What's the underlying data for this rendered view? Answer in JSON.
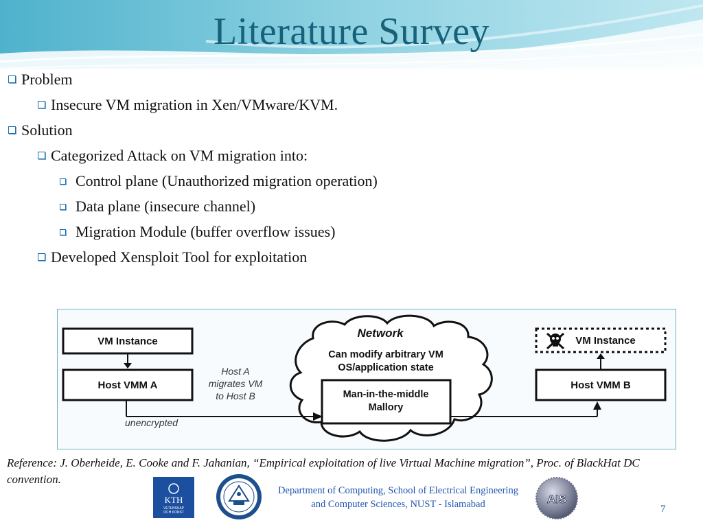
{
  "slide": {
    "title": "Literature Survey",
    "page_number": "7"
  },
  "bullets": [
    {
      "level": 1,
      "text": "Problem"
    },
    {
      "level": 2,
      "text": "Insecure VM migration in Xen/VMware/KVM."
    },
    {
      "level": 1,
      "text": "Solution"
    },
    {
      "level": 2,
      "text": "Categorized Attack on VM  migration into:"
    },
    {
      "level": 3,
      "text": "Control plane  (Unauthorized migration operation)"
    },
    {
      "level": 3,
      "text": "Data plane (insecure channel)"
    },
    {
      "level": 3,
      "text": "Migration Module (buffer overflow issues)"
    },
    {
      "level": 2,
      "text": "Developed  Xensploit Tool for exploitation"
    }
  ],
  "figure": {
    "vm_instance_a": "VM Instance",
    "host_vmm_a": "Host VMM A",
    "migration_note": [
      "Host A",
      "migrates VM",
      "to Host B"
    ],
    "channel_label": "unencrypted",
    "network_title": "Network",
    "network_desc": [
      "Can modify arbitrary VM",
      "OS/application state"
    ],
    "mitm": [
      "Man-in-the-middle",
      "Mallory"
    ],
    "host_vmm_b": "Host VMM B",
    "vm_instance_b": "VM Instance"
  },
  "reference": "Reference:   J. Oberheide, E. Cooke and F. Jahanian, “Empirical exploitation of live Virtual Machine migration”, Proc. of BlackHat DC convention.",
  "footer": {
    "department": "Department of Computing, School of Electrical Engineering and Computer Sciences, NUST - Islamabad",
    "logos": {
      "kth": "KTH",
      "kth_sub": [
        "VETENSKAP",
        "OCH KONST"
      ],
      "ais": "AIS"
    }
  },
  "colors": {
    "title": "#17617a",
    "bullet_marker": "#1a6fb0",
    "footer_text": "#1e55b0"
  }
}
